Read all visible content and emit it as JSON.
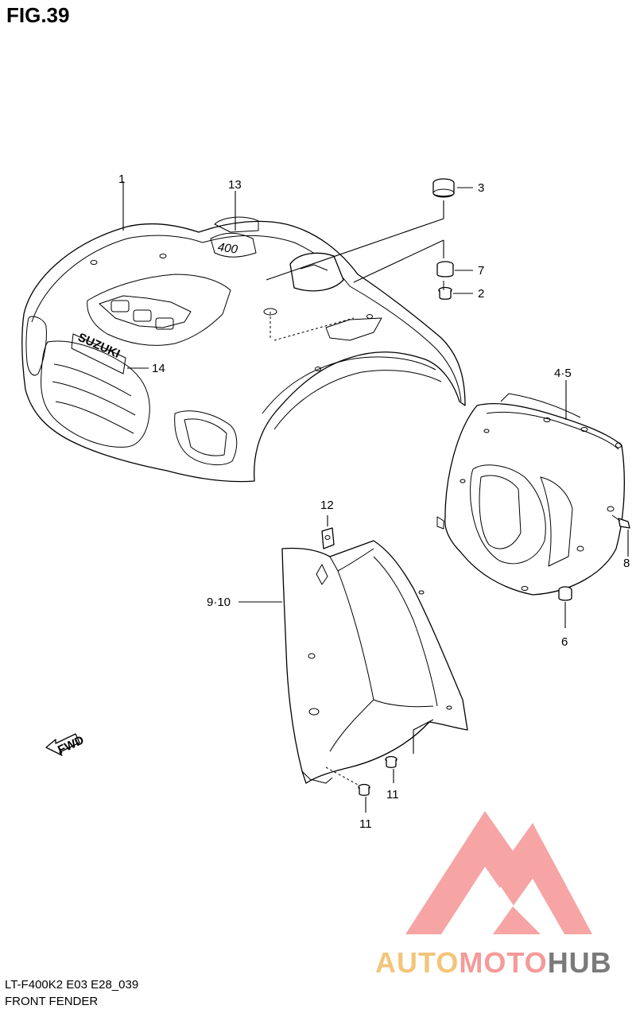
{
  "figure": {
    "title": "FIG.39"
  },
  "callouts": {
    "c1": "1",
    "c2": "2",
    "c3": "3",
    "c45": "4·5",
    "c6": "6",
    "c7": "7",
    "c8": "8",
    "c910": "9·10",
    "c11a": "11",
    "c11b": "11",
    "c12": "12",
    "c13": "13",
    "c14": "14"
  },
  "emblems": {
    "model_badge": "400",
    "brand_badge": "SUZUKI",
    "fwd_arrow": "FWD"
  },
  "footer": {
    "model_code": "LT-F400K2 E03 E28_039",
    "section_name": "FRONT FENDER"
  },
  "watermark": {
    "part1": "AUTO",
    "part2": "MOTO",
    "part3": "HUB",
    "logo_icon": "triangle-logo-icon"
  }
}
